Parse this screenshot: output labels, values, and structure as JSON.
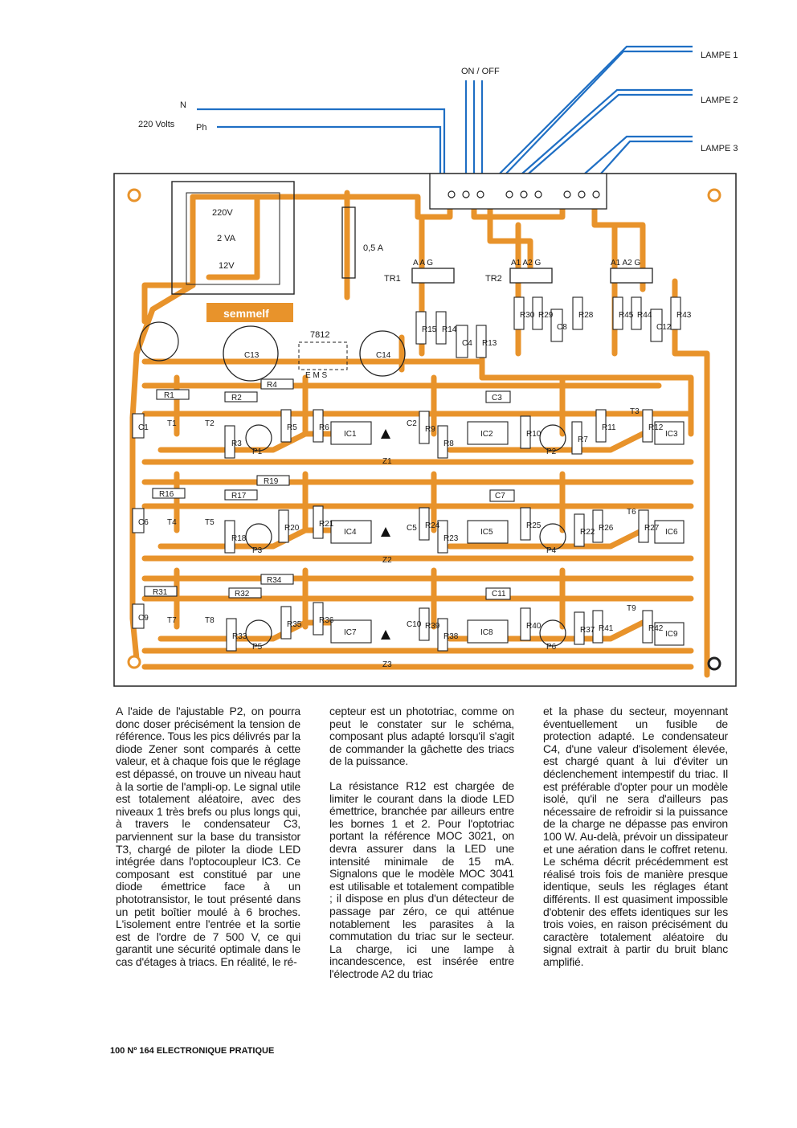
{
  "schematic": {
    "labels": {
      "lamp1": "LAMPE 1",
      "lamp2": "LAMPE 2",
      "lamp3": "LAMPE 3",
      "on_off": "ON / OFF",
      "neutral": "N",
      "phase": "Ph",
      "mains": "220 Volts",
      "transfo_primary": "220V",
      "transfo_power": "2 VA",
      "transfo_secondary": "12V",
      "fuse": "0,5 A",
      "brand": "semmelf",
      "regulator": "7812",
      "regulator_pins": "E M S",
      "tr1": "TR1",
      "tr2": "TR2",
      "tr1_pins": "A A G",
      "tr2_pins": "A1 A2 G",
      "tr3_pins": "A1 A2 G"
    },
    "components": [
      "R1",
      "R2",
      "R3",
      "R4",
      "R5",
      "R6",
      "R7",
      "R8",
      "R9",
      "R10",
      "R11",
      "R12",
      "R13",
      "R14",
      "R15",
      "R16",
      "R17",
      "R18",
      "R19",
      "R20",
      "R21",
      "R22",
      "R23",
      "R24",
      "R25",
      "R26",
      "R27",
      "R28",
      "R29",
      "R30",
      "R31",
      "R32",
      "R33",
      "R34",
      "R35",
      "R36",
      "R37",
      "R38",
      "R39",
      "R40",
      "R41",
      "R42",
      "R43",
      "R44",
      "R45",
      "C1",
      "C2",
      "C3",
      "C4",
      "C5",
      "C6",
      "C7",
      "C8",
      "C9",
      "C10",
      "C11",
      "C12",
      "C13",
      "C14",
      "IC1",
      "IC2",
      "IC3",
      "IC4",
      "IC5",
      "IC6",
      "IC7",
      "IC8",
      "IC9",
      "P1",
      "P2",
      "P3",
      "P4",
      "P5",
      "P6",
      "Z1",
      "Z2",
      "Z3",
      "T1",
      "T2",
      "T3",
      "T4",
      "T5",
      "T6",
      "T7",
      "T8",
      "T9"
    ],
    "colors": {
      "copper": "#e8932b",
      "wire": "#1f6fc4",
      "board_outline": "#222222"
    }
  },
  "article": {
    "col1": "A l'aide de l'ajustable P2, on pourra donc doser précisément la tension de référence. Tous les pics délivrés par la diode Zener sont comparés à cette valeur, et à chaque fois que le réglage est dépassé, on trouve un niveau haut à la sortie de l'ampli-op. Le signal utile est totalement aléatoire, avec des niveaux 1 très brefs ou plus longs qui, à travers le condensateur C3, parviennent sur la base du transistor T3, chargé de piloter la diode LED intégrée dans l'optocoupleur IC3. Ce composant est constitué par une diode émettrice face à un phototransistor, le tout présenté dans un petit boîtier moulé à 6 broches. L'isolement entre l'entrée et la sortie est de l'ordre de 7 500 V, ce qui garantit une sécurité optimale dans le cas d'étages à triacs. En réalité, le ré-",
    "col2_p1": "cepteur est un phototriac, comme on peut le constater sur le schéma, composant plus adapté lorsqu'il s'agit de commander la gâchette des triacs de la puissance.",
    "col2_p2": "La résistance R12 est chargée de limiter le courant dans la diode LED émettrice, branchée par ailleurs entre les bornes 1 et 2. Pour l'optotriac portant la référence MOC 3021, on devra assurer dans la LED une intensité minimale de 15 mA. Signalons que le modèle MOC 3041 est utilisable et totalement compatible ; il dispose en plus d'un détecteur de passage par zéro, ce qui atténue notablement les parasites à la commutation du triac sur le secteur. La charge, ici une lampe à incandescence, est insérée entre l'électrode A2 du triac",
    "col3": "et la phase du secteur, moyennant éventuellement un fusible de protection adapté. Le condensateur C4, d'une valeur d'isolement élevée, est chargé quant à lui d'éviter un déclenchement intempestif du triac. Il est préférable d'opter pour un modèle isolé, qu'il ne sera d'ailleurs pas nécessaire de refroidir si la puissance de la charge ne dépasse pas environ 100 W. Au-delà, prévoir un dissipateur et une aération dans le coffret retenu. Le schéma décrit précédemment est réalisé trois fois de manière presque identique, seuls les réglages étant différents. Il est quasiment impossible d'obtenir des effets identiques sur les trois voies, en raison précisément du caractère totalement aléatoire du signal extrait à partir du bruit blanc amplifié."
  },
  "footer": "100 Nº 164 ELECTRONIQUE PRATIQUE"
}
